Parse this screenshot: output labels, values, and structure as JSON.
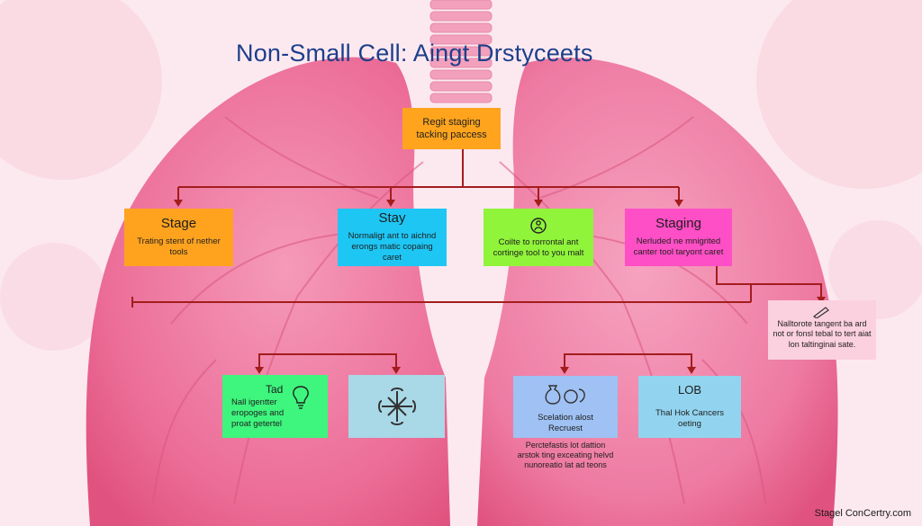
{
  "title": "Non-Small Cell: Aingt Drstyceets",
  "root": {
    "line1": "Regit staging",
    "line2": "tacking paccess"
  },
  "level1": [
    {
      "title": "Stage",
      "text": "Trating stent of nether tools",
      "color": "#ffa31f"
    },
    {
      "title": "Stay",
      "text": "Normaligt ant to aichnd erongs matic copaing caret",
      "color": "#1ec6f4"
    },
    {
      "icon": "scientist-icon",
      "text": "Coilte to rorrontal ant cortinge tool to you malt",
      "color": "#8ff43a"
    },
    {
      "title": "Staging",
      "text": "Nerluded ne mnigrited canter tool taryont caret",
      "color": "#ff4fc6"
    }
  ],
  "side_note": {
    "icon": "pencil-icon",
    "text": "Nalltorote tangent ba ard not or fonsl tebal to tert aiat lon taltinginai sate.",
    "color": "#fbd0df"
  },
  "level2": [
    {
      "title": "Tad",
      "icon": "lightbulb-icon",
      "text": "Nall igentter eropoges and proat getertel",
      "color": "#3ef57d"
    },
    {
      "icon": "molecule-icon",
      "color": "#a9d8e6"
    },
    {
      "icon": "money-bag-icon",
      "text": "Scelation alost Recruest",
      "color": "#9fc1f3"
    },
    {
      "title": "LOB",
      "text": "Thal Hok Cancers oeting",
      "color": "#92d4ef"
    }
  ],
  "bottom_note": "Perctefastis lot dattion arstok ting exceating helvd nunoreatio lat ad teons",
  "footer": "Stagel ConCertry.com",
  "connector_color": "#a31d1d"
}
